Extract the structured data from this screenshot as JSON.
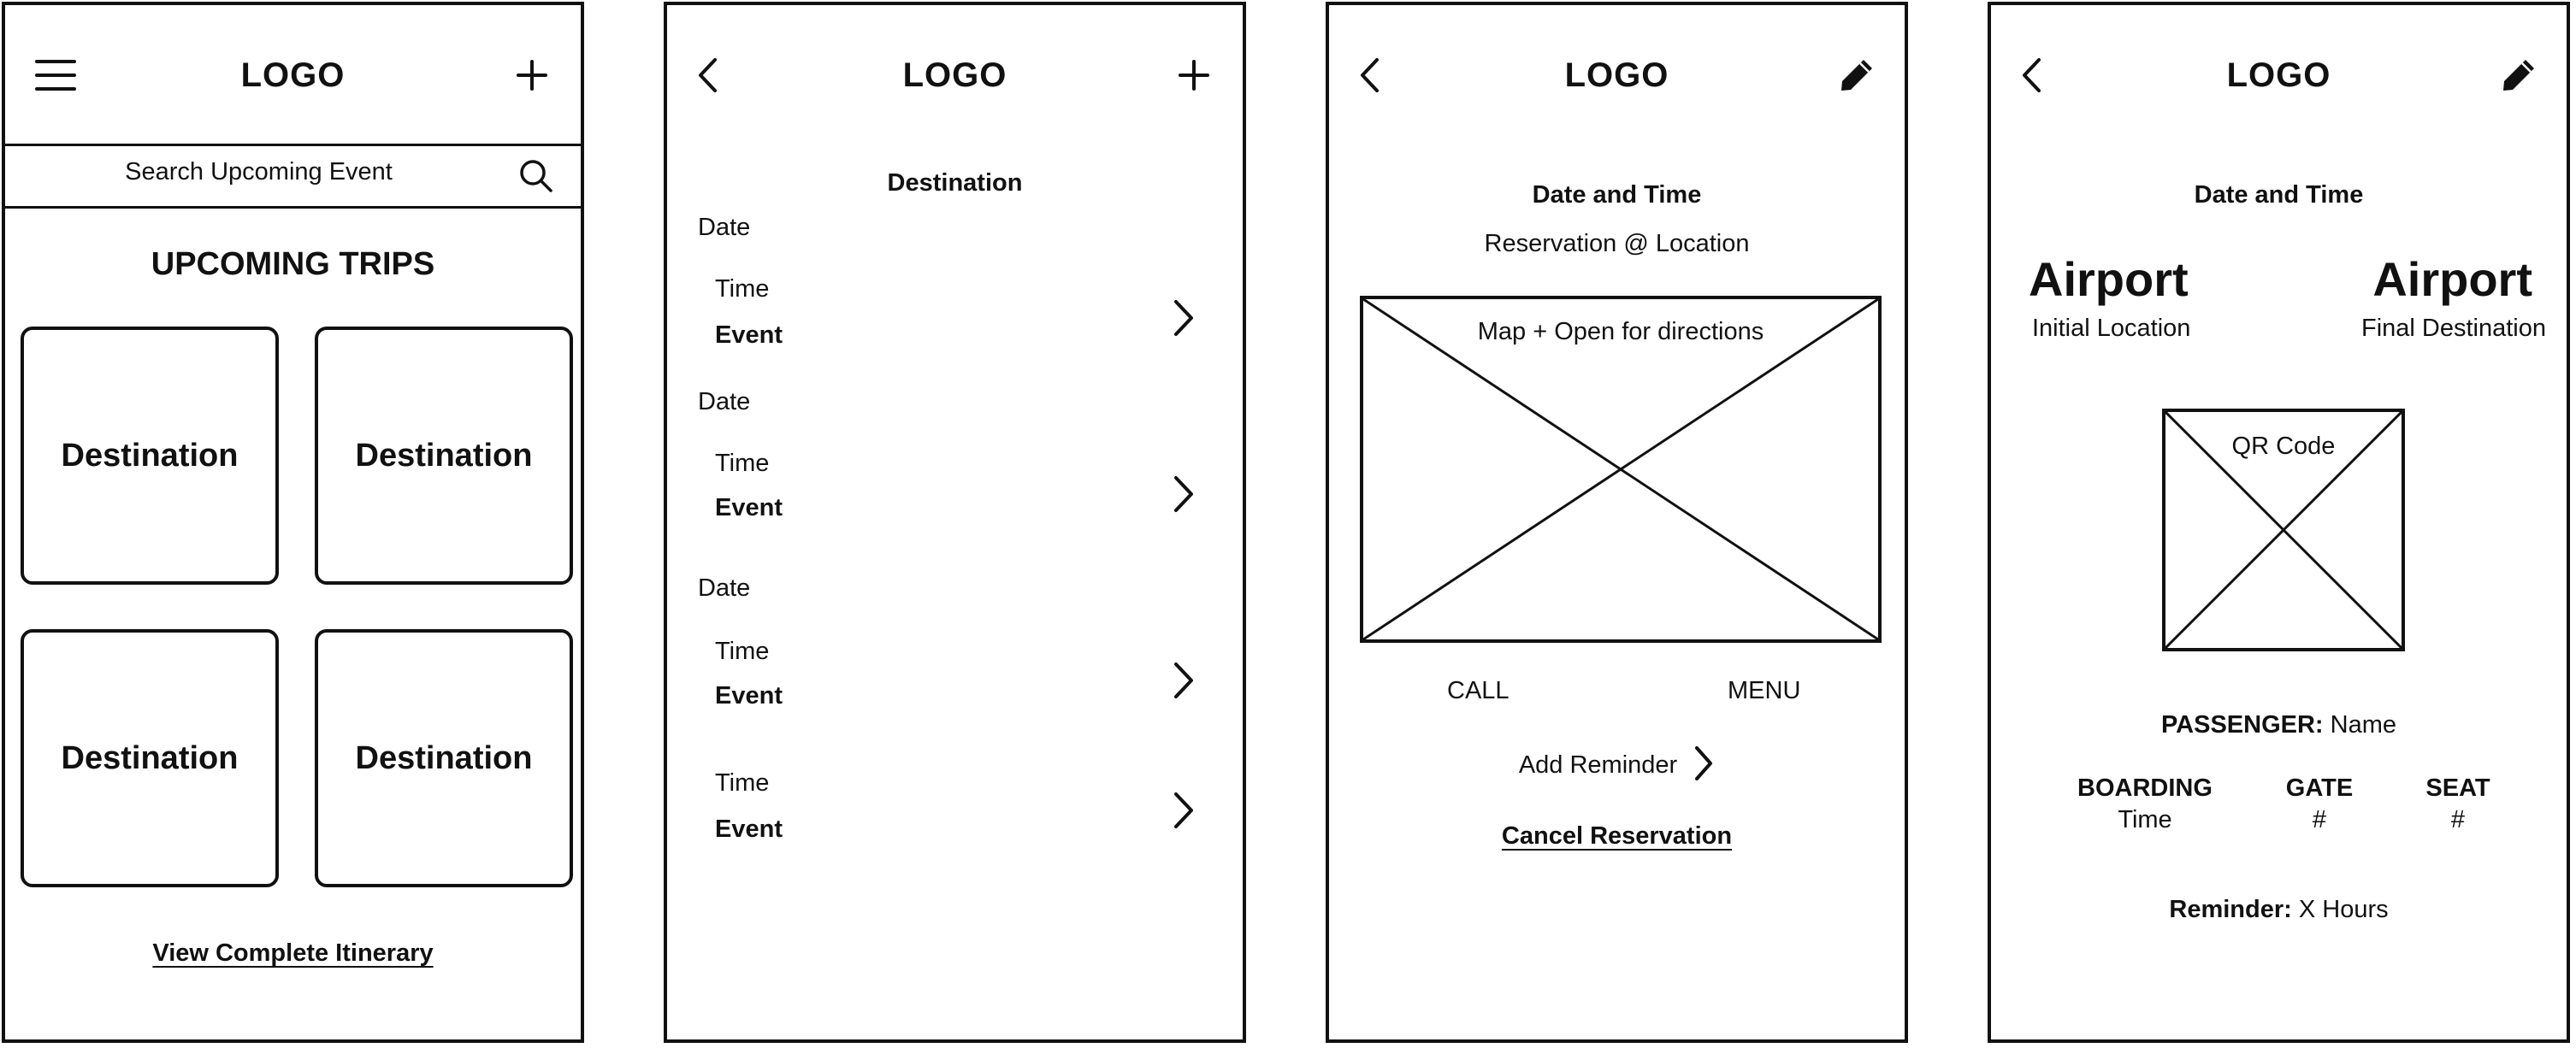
{
  "screens": {
    "home": {
      "logo": "LOGO",
      "search_placeholder": "Search Upcoming Event",
      "section_title": "UPCOMING TRIPS",
      "cards": [
        "Destination",
        "Destination",
        "Destination",
        "Destination"
      ],
      "itinerary_link": "View Complete Itinerary"
    },
    "itinerary": {
      "logo": "LOGO",
      "title": "Destination",
      "date_labels": [
        "Date",
        "Date",
        "Date"
      ],
      "events": [
        {
          "time": "Time",
          "event": "Event"
        },
        {
          "time": "Time",
          "event": "Event"
        },
        {
          "time": "Time",
          "event": "Event"
        },
        {
          "time": "Time",
          "event": "Event"
        }
      ]
    },
    "reservation": {
      "logo": "LOGO",
      "datetime": "Date and Time",
      "subtitle": "Reservation @ Location",
      "map_label": "Map + Open for directions",
      "call": "CALL",
      "menu": "MENU",
      "add_reminder": "Add Reminder",
      "cancel": "Cancel Reservation"
    },
    "boarding": {
      "logo": "LOGO",
      "datetime": "Date and Time",
      "origin_code": "Airport",
      "origin_label": "Initial Location",
      "dest_code": "Airport",
      "dest_label": "Final Destination",
      "qr_label": "QR Code",
      "passenger_label": "PASSENGER:",
      "passenger_value": "Name",
      "boarding_label": "BOARDING",
      "boarding_value": "Time",
      "gate_label": "GATE",
      "gate_value": "#",
      "seat_label": "SEAT",
      "seat_value": "#",
      "reminder_label": "Reminder:",
      "reminder_value": "X Hours"
    }
  },
  "icons": [
    "menu-icon",
    "plus-icon",
    "search-icon",
    "back-icon",
    "chevron-right-icon",
    "pencil-icon"
  ]
}
